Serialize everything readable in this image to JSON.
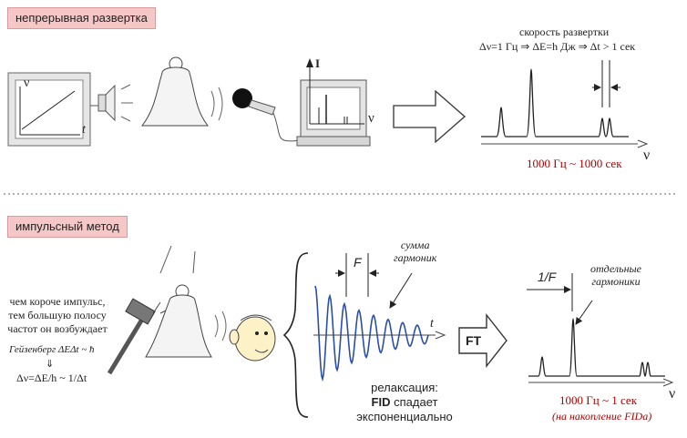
{
  "top": {
    "label": "непрерывная развертка",
    "speed_title": "скорость развертки",
    "speed_formula": "Δν=1 Гц ⇒ ΔE=h Дж ⇒ Δt > 1 сек",
    "axis_nu": "ν",
    "axis_t": "t",
    "axis_I": "I",
    "result": "1000 Гц ~ 1000 сек"
  },
  "bottom": {
    "label": "импульсный метод",
    "desc": [
      "чем короче импульс,",
      "тем большую полосу",
      "частот он возбуждает"
    ],
    "heisenberg": "Гейзенберг ΔEΔt ~ ħ",
    "arrow_down": "⇓",
    "relation": "Δν=ΔE/h ~ 1/Δt",
    "F_label": "F",
    "sum_label": [
      "сумма",
      "гармоник"
    ],
    "t_label": "t",
    "relax": [
      "релаксация:",
      "FID спадает",
      "экспоненциально"
    ],
    "FT": "FT",
    "invF": "1/F",
    "separate": [
      "отдельные",
      "гармоники"
    ],
    "axis_nu": "ν",
    "result1": "1000 Гц ~ 1 сек",
    "result2": "(на накопление FIDa)"
  },
  "colors": {
    "label_bg": "#f6c7c7",
    "red": "#b00000",
    "wave": "#2a4fa8"
  }
}
